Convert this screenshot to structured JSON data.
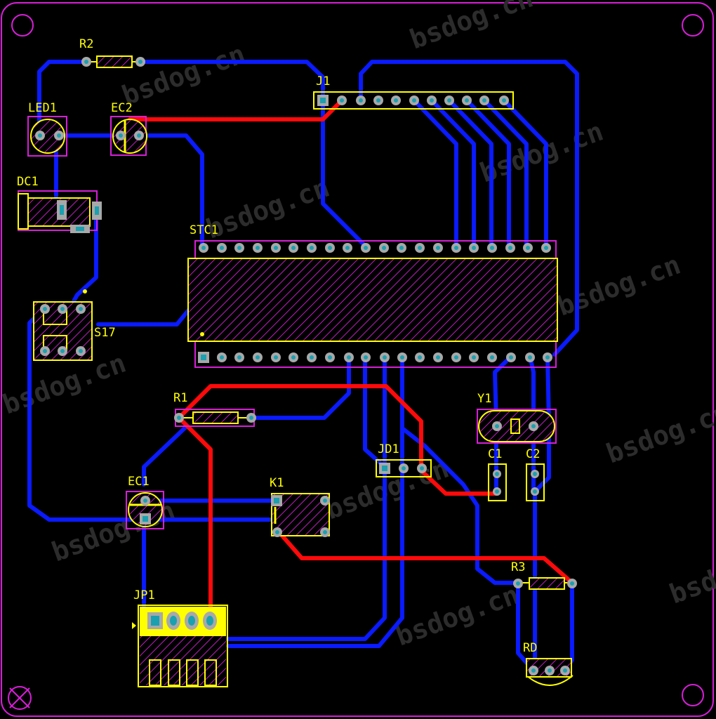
{
  "board": {
    "colors": {
      "background": "#000000",
      "outline": "#d61fd6",
      "bottom_trace": "#0a1bff",
      "top_trace": "#ff0a0a",
      "silkscreen": "#ffff00",
      "pad": "#a8a8a8",
      "pad_hole": "#1aa0b0",
      "hatch": "#c01ec0",
      "watermark": "#2a2a2a"
    }
  },
  "labels": {
    "r2": "R2",
    "led1": "LED1",
    "ec2": "EC2",
    "j1": "J1",
    "dc1": "DC1",
    "stc1": "STC1",
    "s17": "S17",
    "r1": "R1",
    "y1": "Y1",
    "jd1": "JD1",
    "c1": "C1",
    "c2": "C2",
    "ec1": "EC1",
    "k1": "K1",
    "r3": "R3",
    "jp1": "JP1",
    "rd": "RD"
  },
  "watermark": "bsdog.cn"
}
